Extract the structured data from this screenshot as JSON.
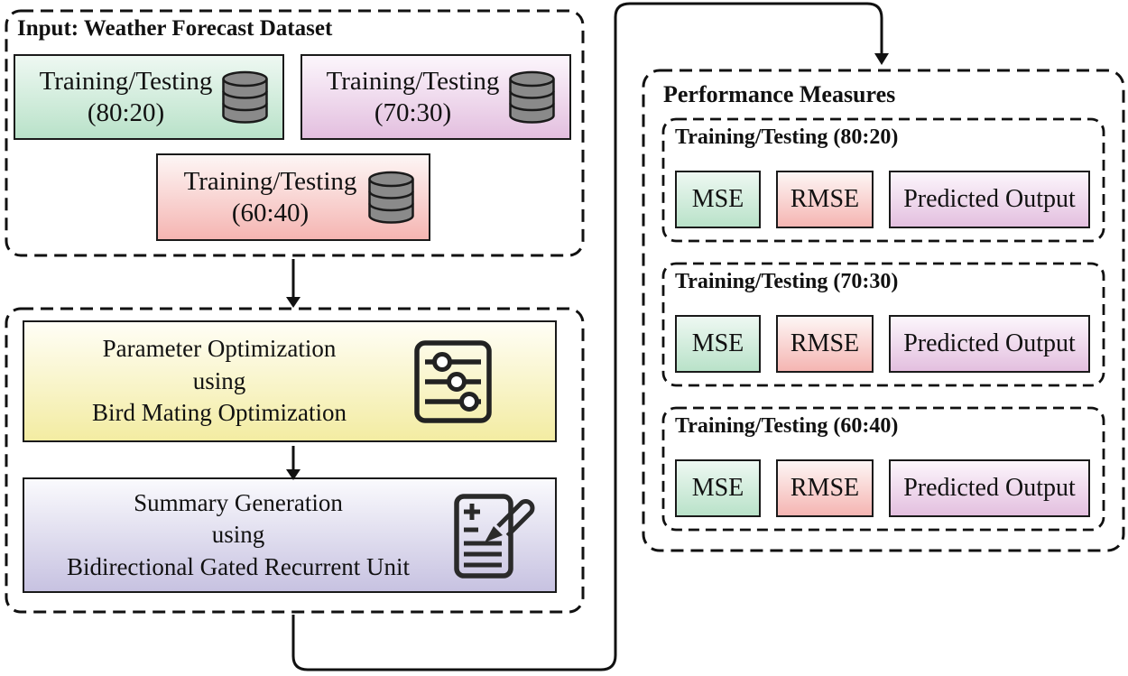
{
  "colors": {
    "border_dark": "#111111",
    "green_top": "#eef8f2",
    "green_bottom": "#b9e2c9",
    "purple_top": "#fcf6fc",
    "purple_bottom": "#e3bfdf",
    "red_top": "#fdf6f5",
    "red_bottom": "#f5b5b2",
    "yellow_top": "#fffef6",
    "yellow_bottom": "#f3eca2",
    "lavender_top": "#fafafd",
    "lavender_bottom": "#c7c2e1",
    "icon_gray": "#8a8a8a"
  },
  "input_section": {
    "title": "Input: Weather Forecast Dataset",
    "datasets": [
      {
        "line1": "Training/Testing",
        "line2": "(80:20)",
        "icon": "database-icon"
      },
      {
        "line1": "Training/Testing",
        "line2": "(70:30)",
        "icon": "database-icon"
      },
      {
        "line1": "Training/Testing",
        "line2": "(60:40)",
        "icon": "database-icon"
      }
    ]
  },
  "process_section": {
    "steps": [
      {
        "line1": "Parameter Optimization",
        "line2": "using",
        "line3": "Bird Mating Optimization",
        "icon": "sliders-icon"
      },
      {
        "line1": "Summary Generation",
        "line2": "using",
        "line3": "Bidirectional Gated Recurrent Unit",
        "icon": "document-edit-icon"
      }
    ]
  },
  "performance_section": {
    "title": "Performance Measures",
    "groups": [
      {
        "title": "Training/Testing (80:20)",
        "measures": [
          {
            "label": "MSE"
          },
          {
            "label": "RMSE"
          },
          {
            "label": "Predicted Output"
          }
        ]
      },
      {
        "title": "Training/Testing (70:30)",
        "measures": [
          {
            "label": "MSE"
          },
          {
            "label": "RMSE"
          },
          {
            "label": "Predicted Output"
          }
        ]
      },
      {
        "title": "Training/Testing (60:40)",
        "measures": [
          {
            "label": "MSE"
          },
          {
            "label": "RMSE"
          },
          {
            "label": "Predicted Output"
          }
        ]
      }
    ]
  }
}
